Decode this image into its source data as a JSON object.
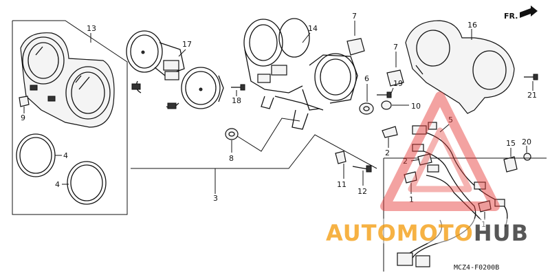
{
  "diagram": {
    "callouts": [
      {
        "id": "c1",
        "label": "1"
      },
      {
        "id": "c1b",
        "label": "1"
      },
      {
        "id": "c2",
        "label": "2"
      },
      {
        "id": "c2b",
        "label": "2"
      },
      {
        "id": "c3",
        "label": "3"
      },
      {
        "id": "c4",
        "label": "4"
      },
      {
        "id": "c4b",
        "label": "4"
      },
      {
        "id": "c5",
        "label": "5"
      },
      {
        "id": "c6",
        "label": "6"
      },
      {
        "id": "c7",
        "label": "7"
      },
      {
        "id": "c7b",
        "label": "7"
      },
      {
        "id": "c8",
        "label": "8"
      },
      {
        "id": "c9",
        "label": "9"
      },
      {
        "id": "c10",
        "label": "10"
      },
      {
        "id": "c11",
        "label": "11"
      },
      {
        "id": "c12",
        "label": "12"
      },
      {
        "id": "c13",
        "label": "13"
      },
      {
        "id": "c14",
        "label": "14"
      },
      {
        "id": "c15",
        "label": "15"
      },
      {
        "id": "c16",
        "label": "16"
      },
      {
        "id": "c17",
        "label": "17"
      },
      {
        "id": "c18",
        "label": "18"
      },
      {
        "id": "c19",
        "label": "19"
      },
      {
        "id": "c20",
        "label": "20"
      },
      {
        "id": "c21",
        "label": "21"
      }
    ],
    "direction_label": "FR.",
    "figure_code": "MCZ4-F0200B"
  },
  "watermark": {
    "text_part1": "AUTOMOTO",
    "text_part2": "HUB",
    "color_primary": "#e53935",
    "color_secondary": "#f5a524",
    "color_dark": "#3a3a3a"
  }
}
